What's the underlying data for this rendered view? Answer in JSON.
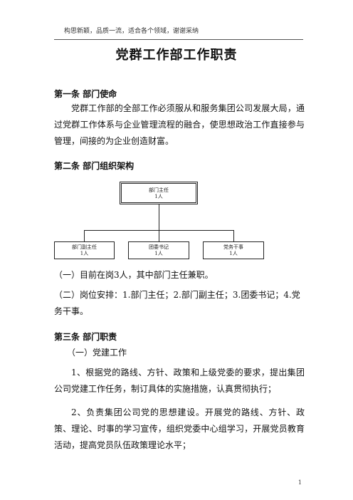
{
  "header": {
    "text": "构思新颖，品质一流，适合各个领域，谢谢采纳"
  },
  "title": "党群工作部工作职责",
  "sections": {
    "s1": {
      "heading": "第一条  部门使命",
      "body": "党群工作部的全部工作必须服从和服务集团公司发展大局，通过党群工作体系与企业管理流程的融合，使思想政治工作直接参与管理，间接的为企业创造财富。"
    },
    "s2": {
      "heading": "第二条  部门组织架构",
      "org": {
        "top": {
          "title": "部门主任",
          "count": "1人"
        },
        "children": [
          {
            "title": "部门副主任",
            "count": "1人"
          },
          {
            "title": "团委书记",
            "count": "1人"
          },
          {
            "title": "党务干事",
            "count": "1人"
          }
        ]
      },
      "note1": "（一）目前在岗3人，其中部门主任兼职。",
      "note2": "（二）岗位安排：1.部门主任；2.部门副主任；3.团委书记；4.党务干事。"
    },
    "s3": {
      "heading": "第三条  部门职责",
      "sub1": "（一）党建工作",
      "item1": "1、根据党的路线、方针、政策和上级党委的要求，提出集团公司党建工作任务，制订具体的实施措施，认真贯彻执行；",
      "item2": "2、负责集团公司党的思想建设。开展党的路线、方针、政策、理论、时事的学习宣传，组织党委中心组学习，开展党员教育活动，提高党员队伍政策理论水平；"
    }
  },
  "footer": {
    "page": "1"
  }
}
